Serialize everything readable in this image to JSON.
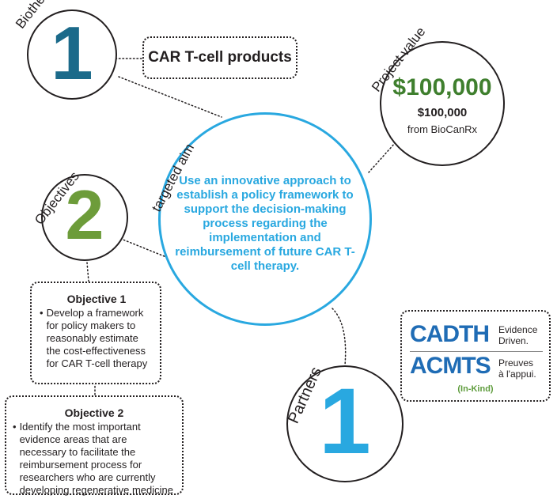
{
  "biotherapeutics": {
    "label": "Biotherapeutics",
    "number": "1",
    "product": "CAR T-cell products"
  },
  "project_value": {
    "label": "Project value",
    "amount_large": "$100,000",
    "amount_small": "$100,000",
    "source": "from BioCanRx"
  },
  "targeted_aim": {
    "label": "targeted aim",
    "text": "Use an innovative approach to establish a policy framework to support the decision-making process regarding the implementation and reimbursement of future CAR T-cell therapy."
  },
  "objectives": {
    "label": "Objectives",
    "number": "2",
    "items": [
      {
        "title": "Objective 1",
        "bullet": "•",
        "text": "Develop a framework for policy makers to reasonably estimate the cost-effectiveness for CAR T-cell therapy"
      },
      {
        "title": "Objective 2",
        "bullet": "•",
        "text": "Identify the most important evidence areas that are necessary to facilitate the reimbursement process for researchers who are currently developing regenerative medicine"
      }
    ]
  },
  "partners": {
    "label": "Partners",
    "number": "1",
    "logo": {
      "cadth": "CADTH",
      "tag1_line1": "Evidence",
      "tag1_line2": "Driven.",
      "acmts": "ACMTS",
      "tag2_line1": "Preuves",
      "tag2_line2": "à l'appui.",
      "inkind": "(In-Kind)"
    }
  },
  "colors": {
    "blue_number": "#1b6a8a",
    "green_number": "#6d9c3a",
    "cyan": "#29a8e0",
    "money_green": "#3f7f2e",
    "cadth_blue": "#1f6cb5",
    "inkind_green": "#5e9c3c"
  }
}
